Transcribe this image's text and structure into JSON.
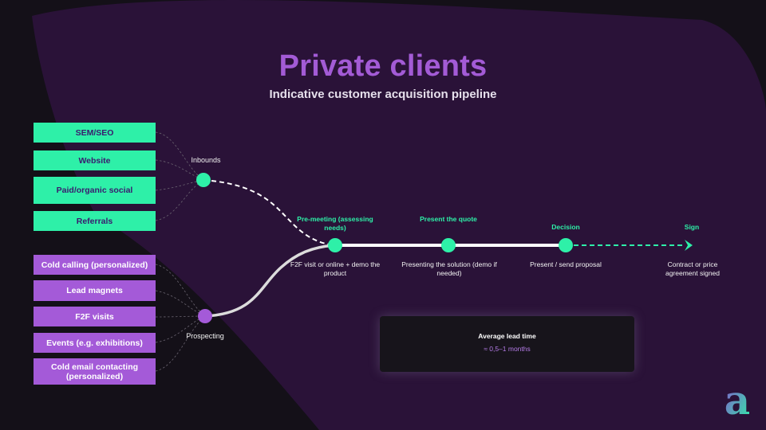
{
  "title": "Private clients",
  "subtitle": "Indicative customer acquisition pipeline",
  "colors": {
    "green": "#2ef0a8",
    "purple": "#a45ad8",
    "title_purple": "#a35bd6",
    "background": "#141018",
    "panel": "#2a1238"
  },
  "inbound_sources": [
    "SEM/SEO",
    "Website",
    "Paid/organic social",
    "Referrals"
  ],
  "outbound_sources": [
    "Cold calling (personalized)",
    "Lead magnets",
    "F2F visits",
    "Events (e.g. exhibitions)",
    "Cold email contacting (personalized)"
  ],
  "channels": {
    "inbound": "Inbounds",
    "outbound": "Prospecting"
  },
  "stages": [
    {
      "title": "Pre-meeting (assessing needs)",
      "desc": "F2F visit or online + demo the product"
    },
    {
      "title": "Present the quote",
      "desc": "Presenting the solution (demo if needed)"
    },
    {
      "title": "Decision",
      "desc": "Present / send proposal"
    },
    {
      "title": "Sign",
      "desc": "Contract or price agreement signed"
    }
  ],
  "lead_time": {
    "title": "Average lead time",
    "value": "≈ 0,5–1 months"
  },
  "logo": {
    "icon": "a-letter-logo-icon",
    "text": "a"
  }
}
